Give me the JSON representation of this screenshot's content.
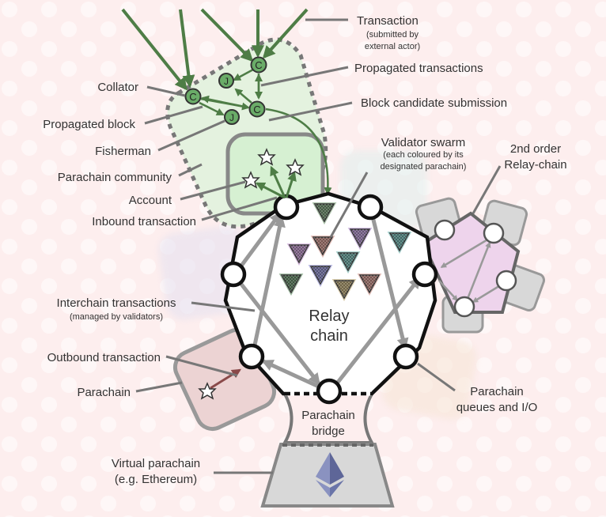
{
  "title": "Polkadot network architecture",
  "labels": {
    "transaction": "Transaction",
    "transaction_sub1": "(submitted by",
    "transaction_sub2": "external actor)",
    "propagated_transactions": "Propagated transactions",
    "block_candidate_submission": "Block candidate submission",
    "collator": "Collator",
    "propagated_block": "Propagated block",
    "fisherman": "Fisherman",
    "parachain_community": "Parachain community",
    "account": "Account",
    "inbound_transaction": "Inbound transaction",
    "validator_swarm": "Validator swarm",
    "validator_swarm_sub1": "(each coloured by its",
    "validator_swarm_sub2": "designated parachain)",
    "second_order_1": "2nd order",
    "second_order_2": "Relay-chain",
    "interchain_transactions": "Interchain transactions",
    "interchain_sub": "(managed by validators)",
    "relay_chain_1": "Relay",
    "relay_chain_2": "chain",
    "outbound_transaction": "Outbound transaction",
    "parachain": "Parachain",
    "parachain_queues_1": "Parachain",
    "parachain_queues_2": "queues and I/O",
    "parachain_bridge_1": "Parachain",
    "parachain_bridge_2": "bridge",
    "virtual_parachain_1": "Virtual parachain",
    "virtual_parachain_2": "(e.g. Ethereum)"
  },
  "node_glyphs": {
    "collator": "C",
    "fisherman": "J"
  },
  "colors": {
    "background": "#fdeeee",
    "community_fill": "#e4f2df",
    "green": "#4e7d46",
    "node_green": "#6aac68",
    "account_fill": "#d6f0d2",
    "parachain_red": "#ecd3d3",
    "second_order_fill": "#eed4ec",
    "gray": "#888888",
    "virtual_fill": "#d8d8d8",
    "eth": "#6a74a8"
  },
  "validators": [
    {
      "color": "#5d8a5a"
    },
    {
      "color": "#b37fc3"
    },
    {
      "color": "#c87f74"
    },
    {
      "color": "#a77fc9"
    },
    {
      "color": "#4fa8a2"
    },
    {
      "color": "#54a69e"
    },
    {
      "color": "#4a7d4e"
    },
    {
      "color": "#7a7ac9"
    },
    {
      "color": "#b8a060"
    },
    {
      "color": "#c87f74"
    }
  ]
}
